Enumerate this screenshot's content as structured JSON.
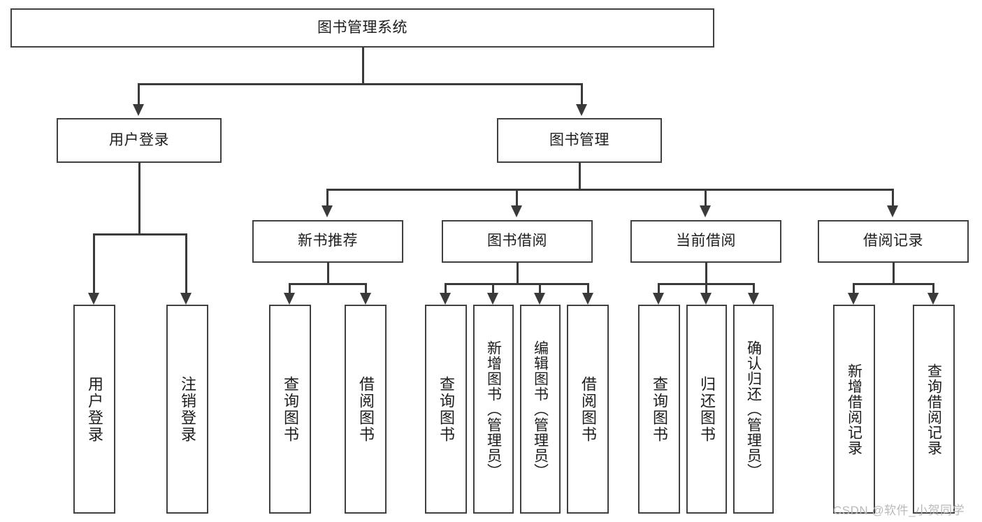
{
  "diagram": {
    "title_text": "图书管理系统",
    "type": "tree-hierarchy-diagram",
    "watermark": "CSDN @软件_小贺同学",
    "colors": {
      "box_border": "#3a3a3a",
      "box_fill": "#ffffff",
      "connector": "#3a3a3a",
      "text": "#1d1d1d",
      "watermark": "#b9b9b9",
      "background": "#ffffff"
    },
    "root": {
      "label": "图书管理系统"
    },
    "level2": [
      {
        "label": "用户登录"
      },
      {
        "label": "图书管理"
      }
    ],
    "level3": [
      {
        "label": "新书推荐"
      },
      {
        "label": "图书借阅"
      },
      {
        "label": "当前借阅"
      },
      {
        "label": "借阅记录"
      }
    ],
    "leaves": {
      "user_login": [
        {
          "label": "用户登录"
        },
        {
          "label": "注销登录"
        }
      ],
      "new_book_recommend": [
        {
          "label": "查询图书"
        },
        {
          "label": "借阅图书"
        }
      ],
      "book_borrow": [
        {
          "label": "查询图书"
        },
        {
          "label": "新增图书（管理员）"
        },
        {
          "label": "编辑图书（管理员）"
        },
        {
          "label": "借阅图书"
        }
      ],
      "current_borrow": [
        {
          "label": "查询图书"
        },
        {
          "label": "归还图书"
        },
        {
          "label": "确认归还（管理员）"
        }
      ],
      "borrow_record": [
        {
          "label": "新增借阅记录"
        },
        {
          "label": "查询借阅记录"
        }
      ]
    }
  }
}
